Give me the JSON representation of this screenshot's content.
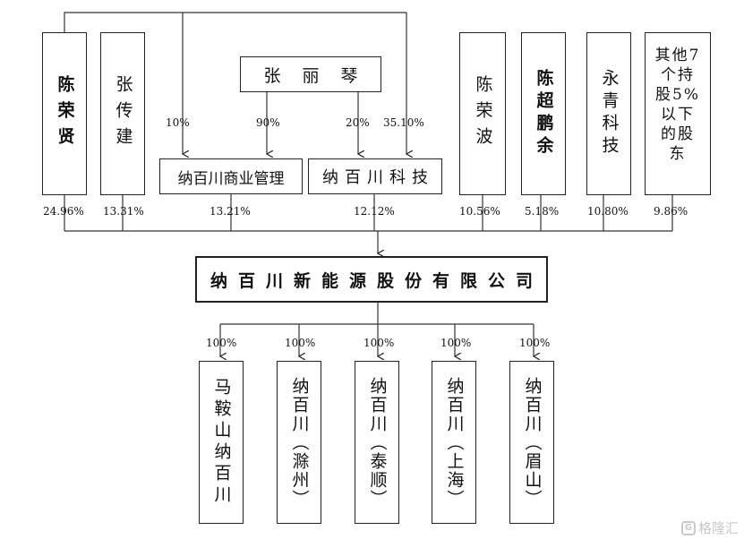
{
  "shareholders": [
    {
      "name": "陈荣贤",
      "pct": "24.96%"
    },
    {
      "name": "张传建",
      "pct": "13.31%"
    },
    {
      "name": "陈荣波",
      "pct": "10.56%"
    },
    {
      "name": "陈超鹏余",
      "pct": "5.18%"
    },
    {
      "name": "永青科技",
      "pct": "10.80%"
    },
    {
      "name": "其他7个持股5%以下的股东",
      "pct": "9.86%"
    }
  ],
  "person": {
    "name": "张丽琴"
  },
  "mgmt": {
    "name": "纳百川商业管理",
    "pct": "13.21%"
  },
  "tech": {
    "name": "纳百川科技",
    "pct": "12.12%"
  },
  "links": {
    "mgmt_from_top": "10%",
    "mgmt_from_person": "90%",
    "tech_from_person": "20%",
    "tech_from_top": "35.10%"
  },
  "company": {
    "name": "纳百川新能源股份有限公司"
  },
  "subsidiaries": [
    {
      "name": "马鞍山纳百川",
      "pct": "100%"
    },
    {
      "name": "纳百川（滁州）",
      "pct": "100%"
    },
    {
      "name": "纳百川（泰顺）",
      "pct": "100%"
    },
    {
      "name": "纳百川（上海）",
      "pct": "100%"
    },
    {
      "name": "纳百川（眉山）",
      "pct": "100%"
    }
  ],
  "watermark": {
    "text": "格隆汇",
    "logo": "G"
  }
}
